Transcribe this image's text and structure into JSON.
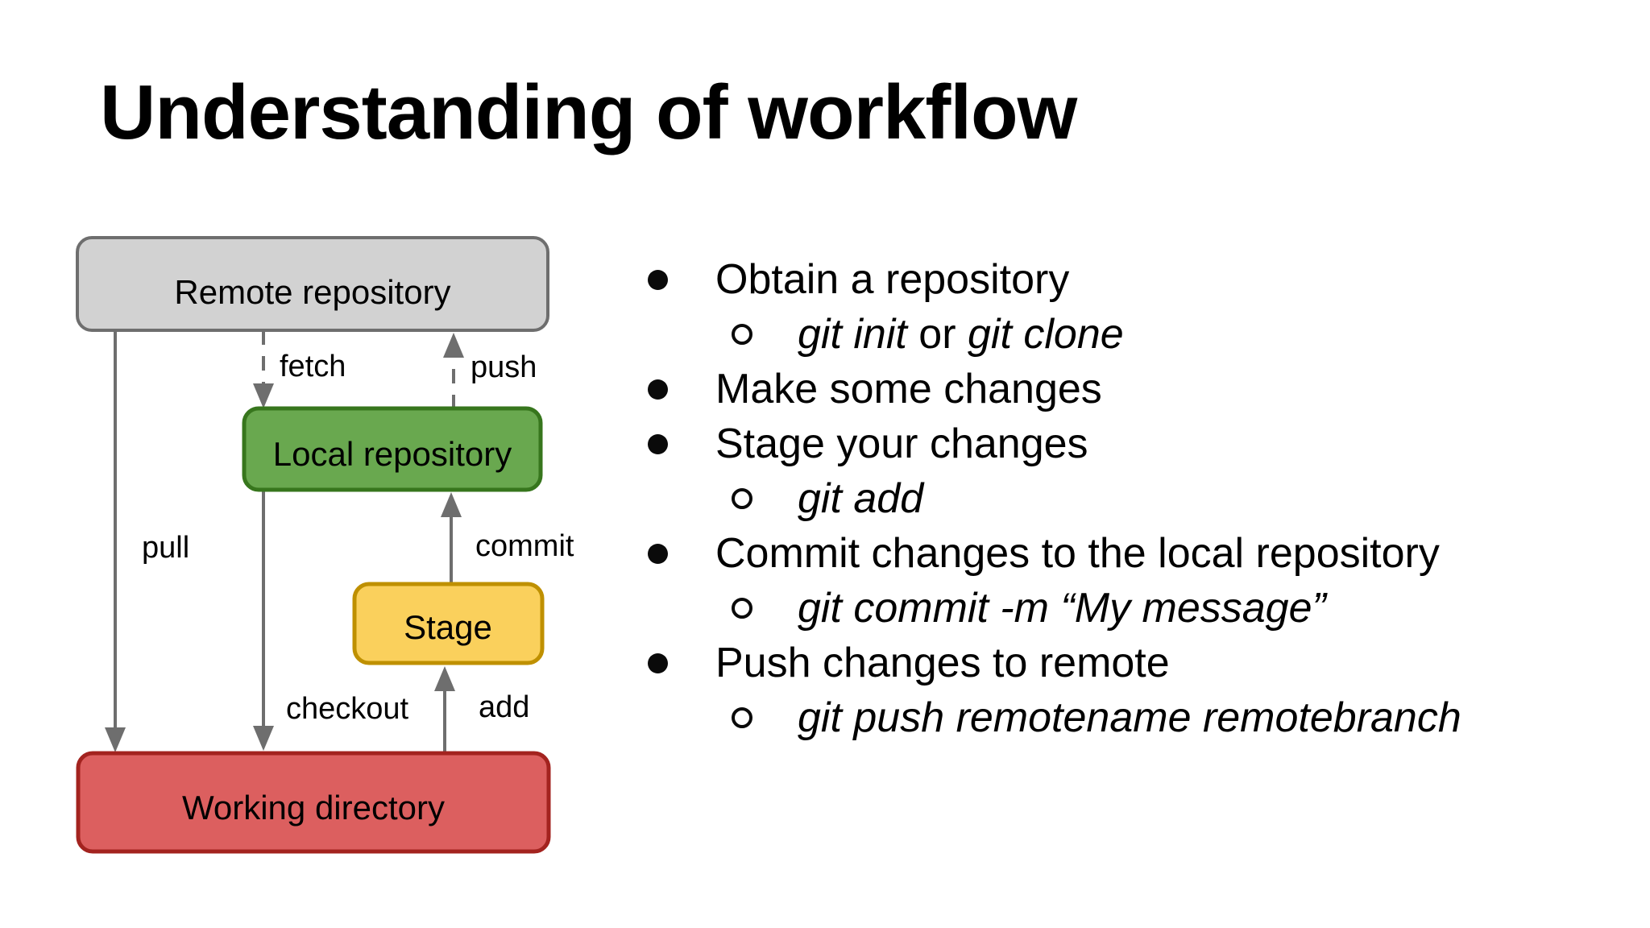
{
  "slide": {
    "title": "Understanding of workflow",
    "background": "#ffffff"
  },
  "diagram": {
    "arrow_color": "#6e6e6e",
    "nodes": [
      {
        "id": "remote",
        "label": "Remote repository",
        "fill": "#d2d2d2",
        "border": "#6e6e6e"
      },
      {
        "id": "local",
        "label": "Local repository",
        "fill": "#69a84f",
        "border": "#37761d"
      },
      {
        "id": "stage",
        "label": "Stage",
        "fill": "#fad05c",
        "border": "#bf9000"
      },
      {
        "id": "working",
        "label": "Working directory",
        "fill": "#dc5f5f",
        "border": "#a3231f"
      }
    ],
    "edges": [
      {
        "id": "pull",
        "label": "pull",
        "style": "solid",
        "from": "remote",
        "to": "working"
      },
      {
        "id": "fetch",
        "label": "fetch",
        "style": "dashed",
        "from": "remote",
        "to": "local"
      },
      {
        "id": "push",
        "label": "push",
        "style": "dashed",
        "from": "local",
        "to": "remote"
      },
      {
        "id": "commit",
        "label": "commit",
        "style": "solid",
        "from": "stage",
        "to": "local"
      },
      {
        "id": "checkout",
        "label": "checkout",
        "style": "solid",
        "from": "local",
        "to": "working"
      },
      {
        "id": "add",
        "label": "add",
        "style": "solid",
        "from": "working",
        "to": "stage"
      }
    ]
  },
  "list": {
    "items": [
      {
        "level": 1,
        "text": "Obtain a repository"
      },
      {
        "level": 2,
        "segments": [
          {
            "text": "git init",
            "italic": true
          },
          {
            "text": " or ",
            "italic": false
          },
          {
            "text": "git clone",
            "italic": true
          }
        ]
      },
      {
        "level": 1,
        "text": "Make some changes"
      },
      {
        "level": 1,
        "text": "Stage your changes"
      },
      {
        "level": 2,
        "text": "git add"
      },
      {
        "level": 1,
        "text": "Commit changes to the local repository"
      },
      {
        "level": 2,
        "text": "git commit -m “My message”"
      },
      {
        "level": 1,
        "text": "Push changes to remote"
      },
      {
        "level": 2,
        "text": "git push remotename remotebranch"
      }
    ]
  }
}
